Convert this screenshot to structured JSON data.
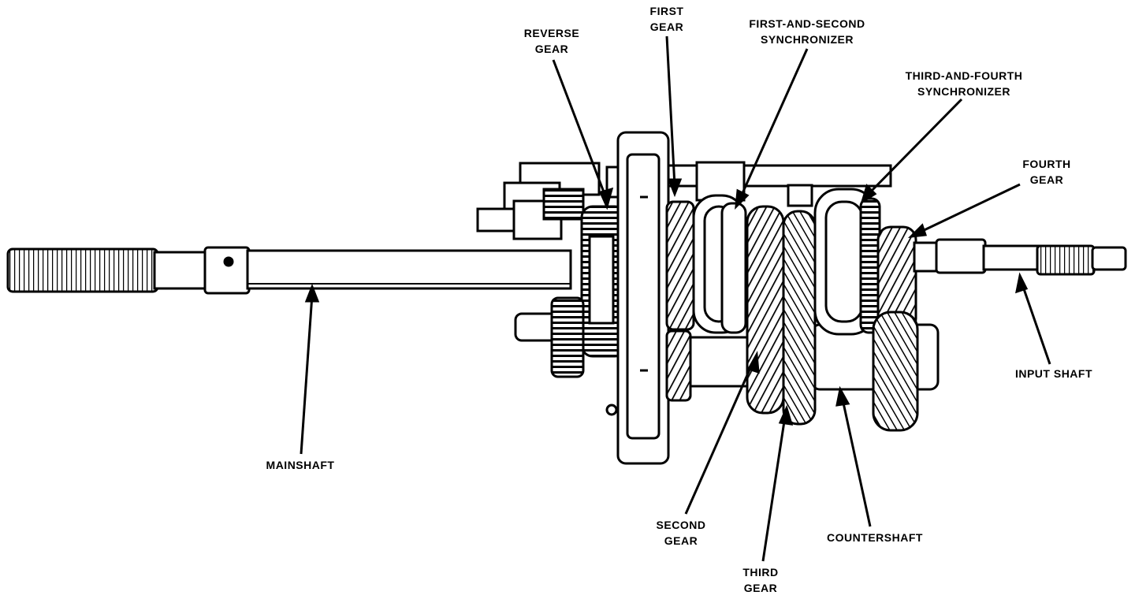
{
  "labels": {
    "reverse_gear": [
      "REVERSE",
      "GEAR"
    ],
    "first_gear": [
      "FIRST",
      "GEAR"
    ],
    "first_second_synchronizer": [
      "FIRST-AND-SECOND",
      "SYNCHRONIZER"
    ],
    "third_fourth_synchronizer": [
      "THIRD-AND-FOURTH",
      "SYNCHRONIZER"
    ],
    "fourth_gear": [
      "FOURTH",
      "GEAR"
    ],
    "input_shaft": [
      "INPUT SHAFT"
    ],
    "mainshaft": [
      "MAINSHAFT"
    ],
    "second_gear": [
      "SECOND",
      "GEAR"
    ],
    "countershaft": [
      "COUNTERSHAFT"
    ],
    "third_gear": [
      "THIRD",
      "GEAR"
    ]
  }
}
